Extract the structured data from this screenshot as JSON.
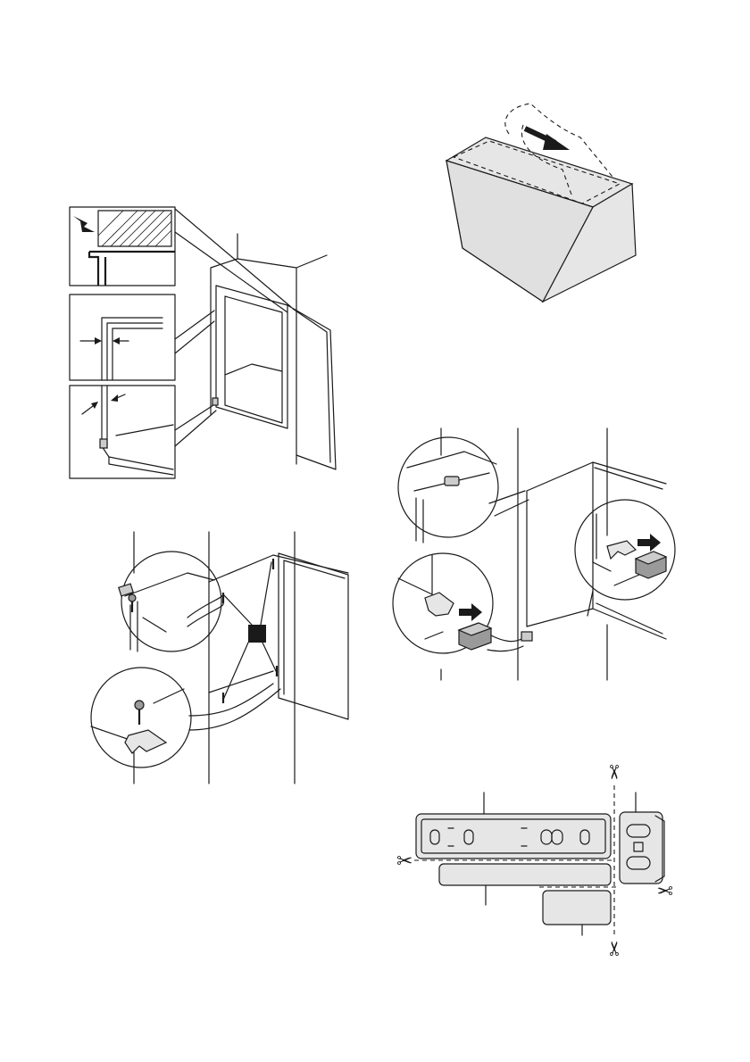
{
  "figures": [
    {
      "id": "niche-alignment",
      "description_icon": "cabinet-alignment-diagram"
    },
    {
      "id": "packaging-box",
      "description_icon": "box-with-arrow-diagram"
    },
    {
      "id": "door-hinge-screws",
      "description_icon": "hinge-screw-diagram"
    },
    {
      "id": "door-bracket-caps",
      "description_icon": "bracket-cap-diagram"
    },
    {
      "id": "cover-cutting",
      "description_icon": "cut-cover-diagram"
    }
  ],
  "colors": {
    "line": "#1a1a1a",
    "light": "#e6e6e6",
    "mid": "#cccccc",
    "dark": "#9a9a9a"
  },
  "icons": {
    "scissors": "✂"
  }
}
